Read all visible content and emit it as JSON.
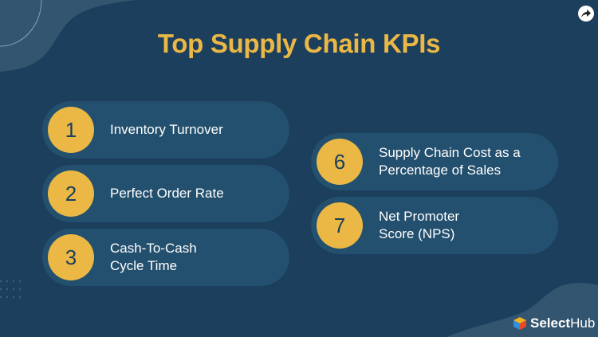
{
  "title": "Top Supply Chain KPIs",
  "kpis": [
    {
      "number": "1",
      "label": "Inventory Turnover"
    },
    {
      "number": "2",
      "label": "Perfect Order Rate"
    },
    {
      "number": "3",
      "label": "Cash-To-Cash\nCycle Time"
    },
    {
      "number": "6",
      "label": "Supply Chain Cost as a\nPercentage of Sales"
    },
    {
      "number": "7",
      "label": "Net Promoter\nScore (NPS)"
    }
  ],
  "brand": {
    "name_bold": "Select",
    "name_regular": "Hub"
  },
  "icons": {
    "share": "share-icon",
    "logo": "selecthub-logo-icon"
  },
  "colors": {
    "background": "#1c3f5d",
    "accent": "#ebb845",
    "pill": "#23506e",
    "blob": "#33556f"
  }
}
